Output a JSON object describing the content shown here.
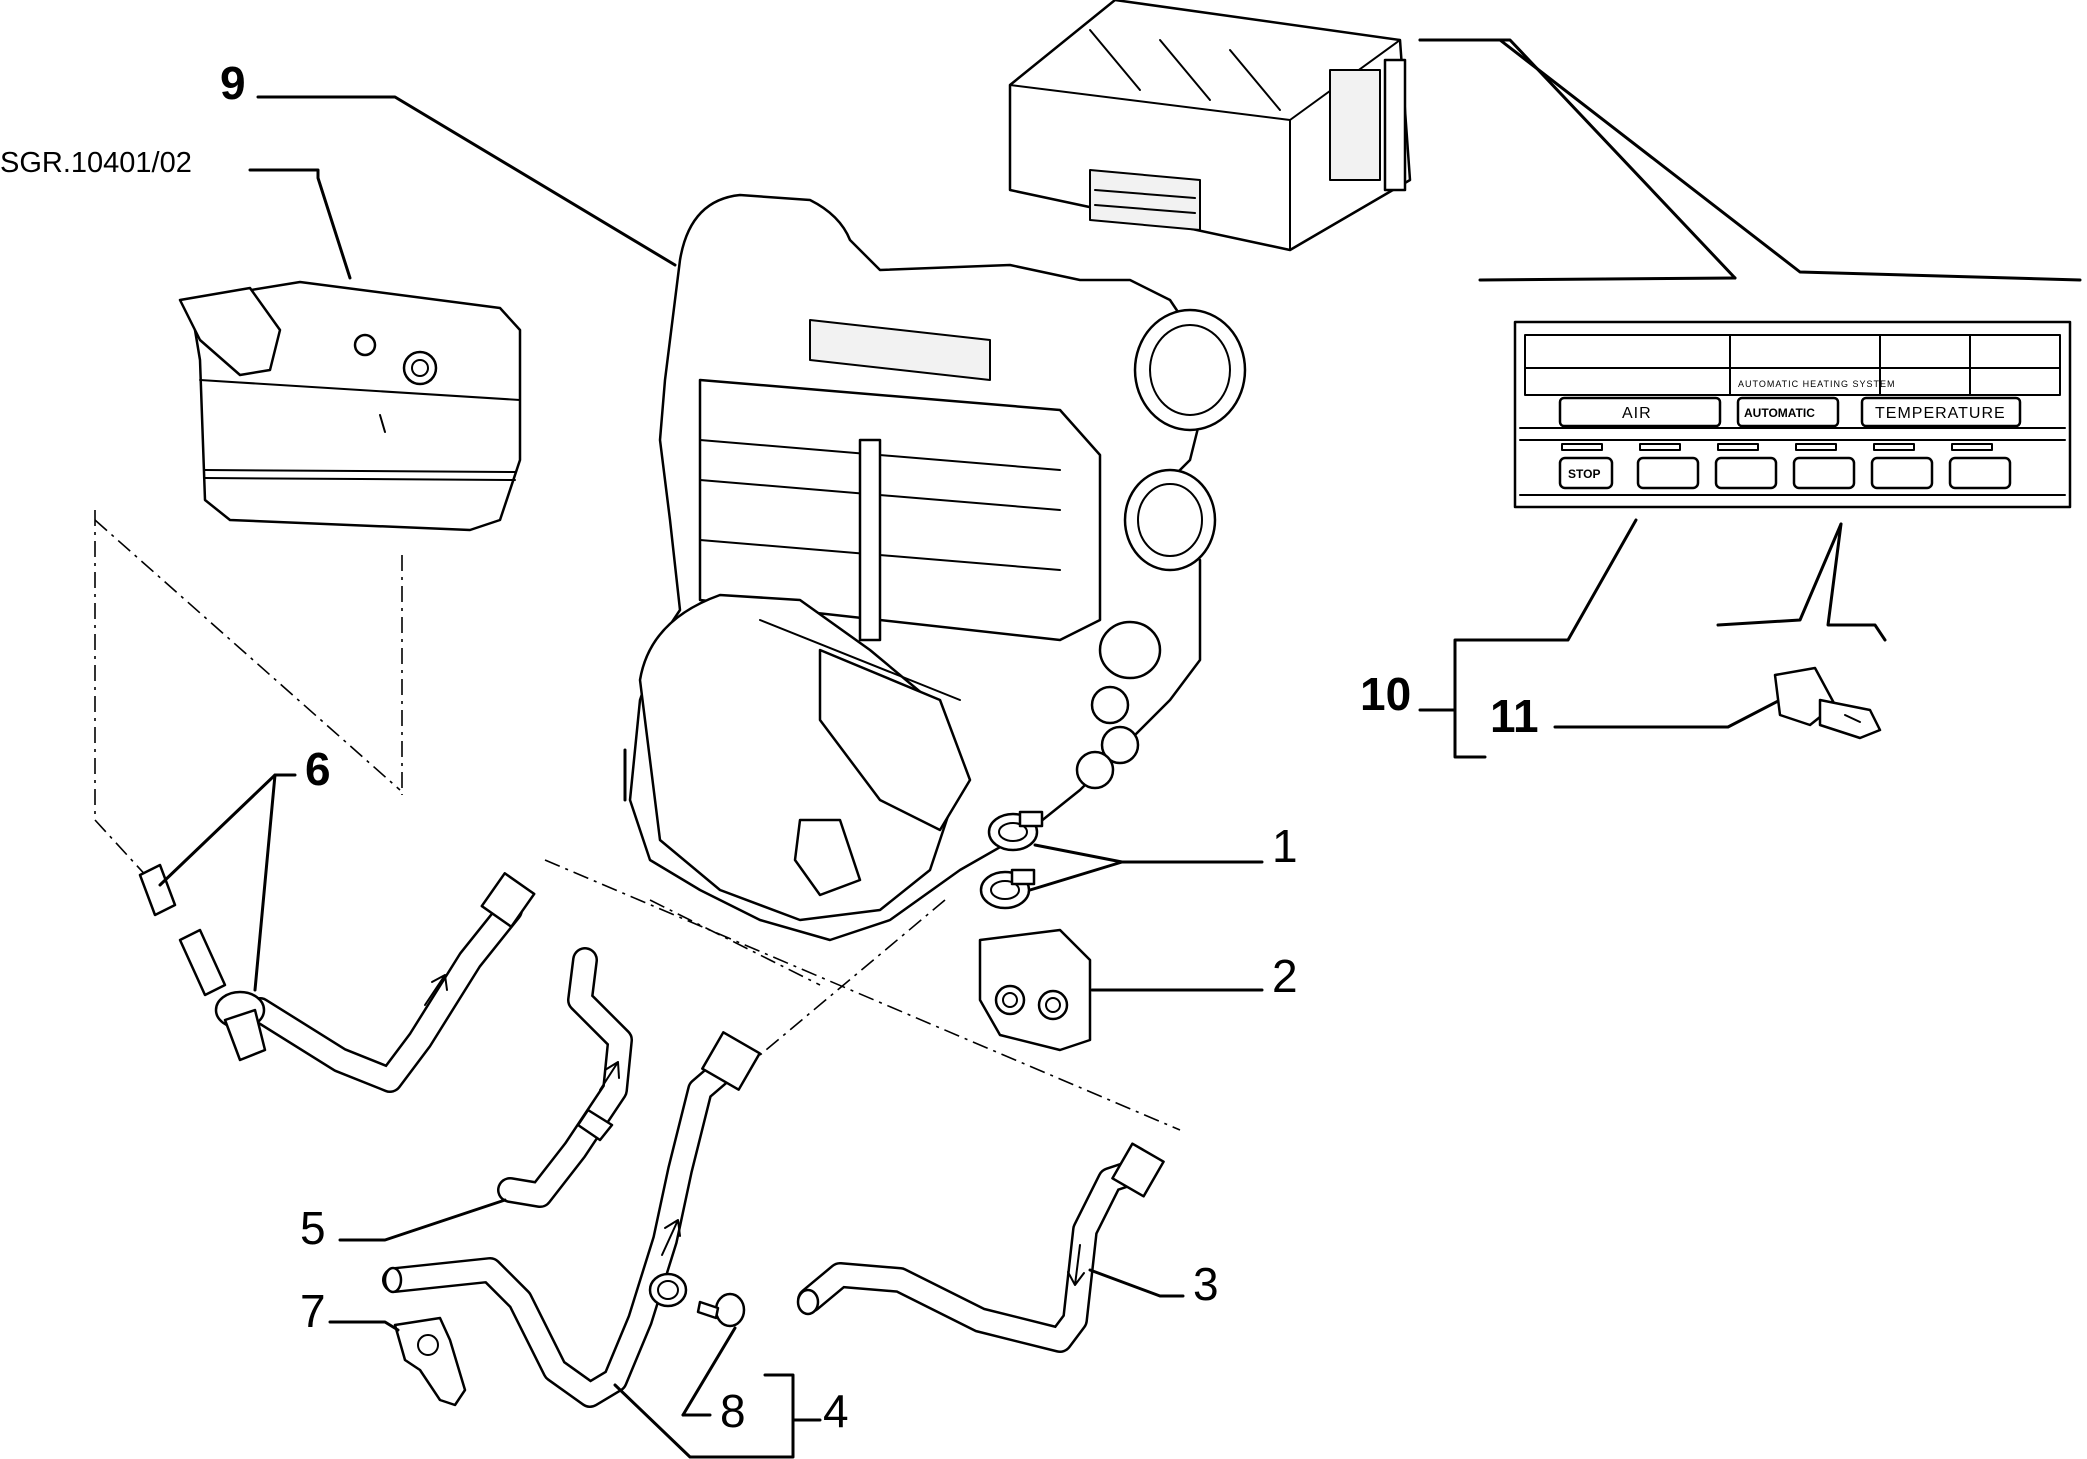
{
  "diagram": {
    "reference_code": "SGR.10401/02",
    "callouts": {
      "c1": "1",
      "c2": "2",
      "c3": "3",
      "c4": "4",
      "c5": "5",
      "c6": "6",
      "c7": "7",
      "c8": "8",
      "c9": "9",
      "c10": "10",
      "c11": "11"
    },
    "control_panel": {
      "btn_air": "AIR",
      "btn_automatic": "AUTOMATIC",
      "btn_temperature": "TEMPERATURE",
      "btn_stop": "STOP",
      "display_text": "AUTOMATIC HEATING SYSTEM"
    }
  }
}
